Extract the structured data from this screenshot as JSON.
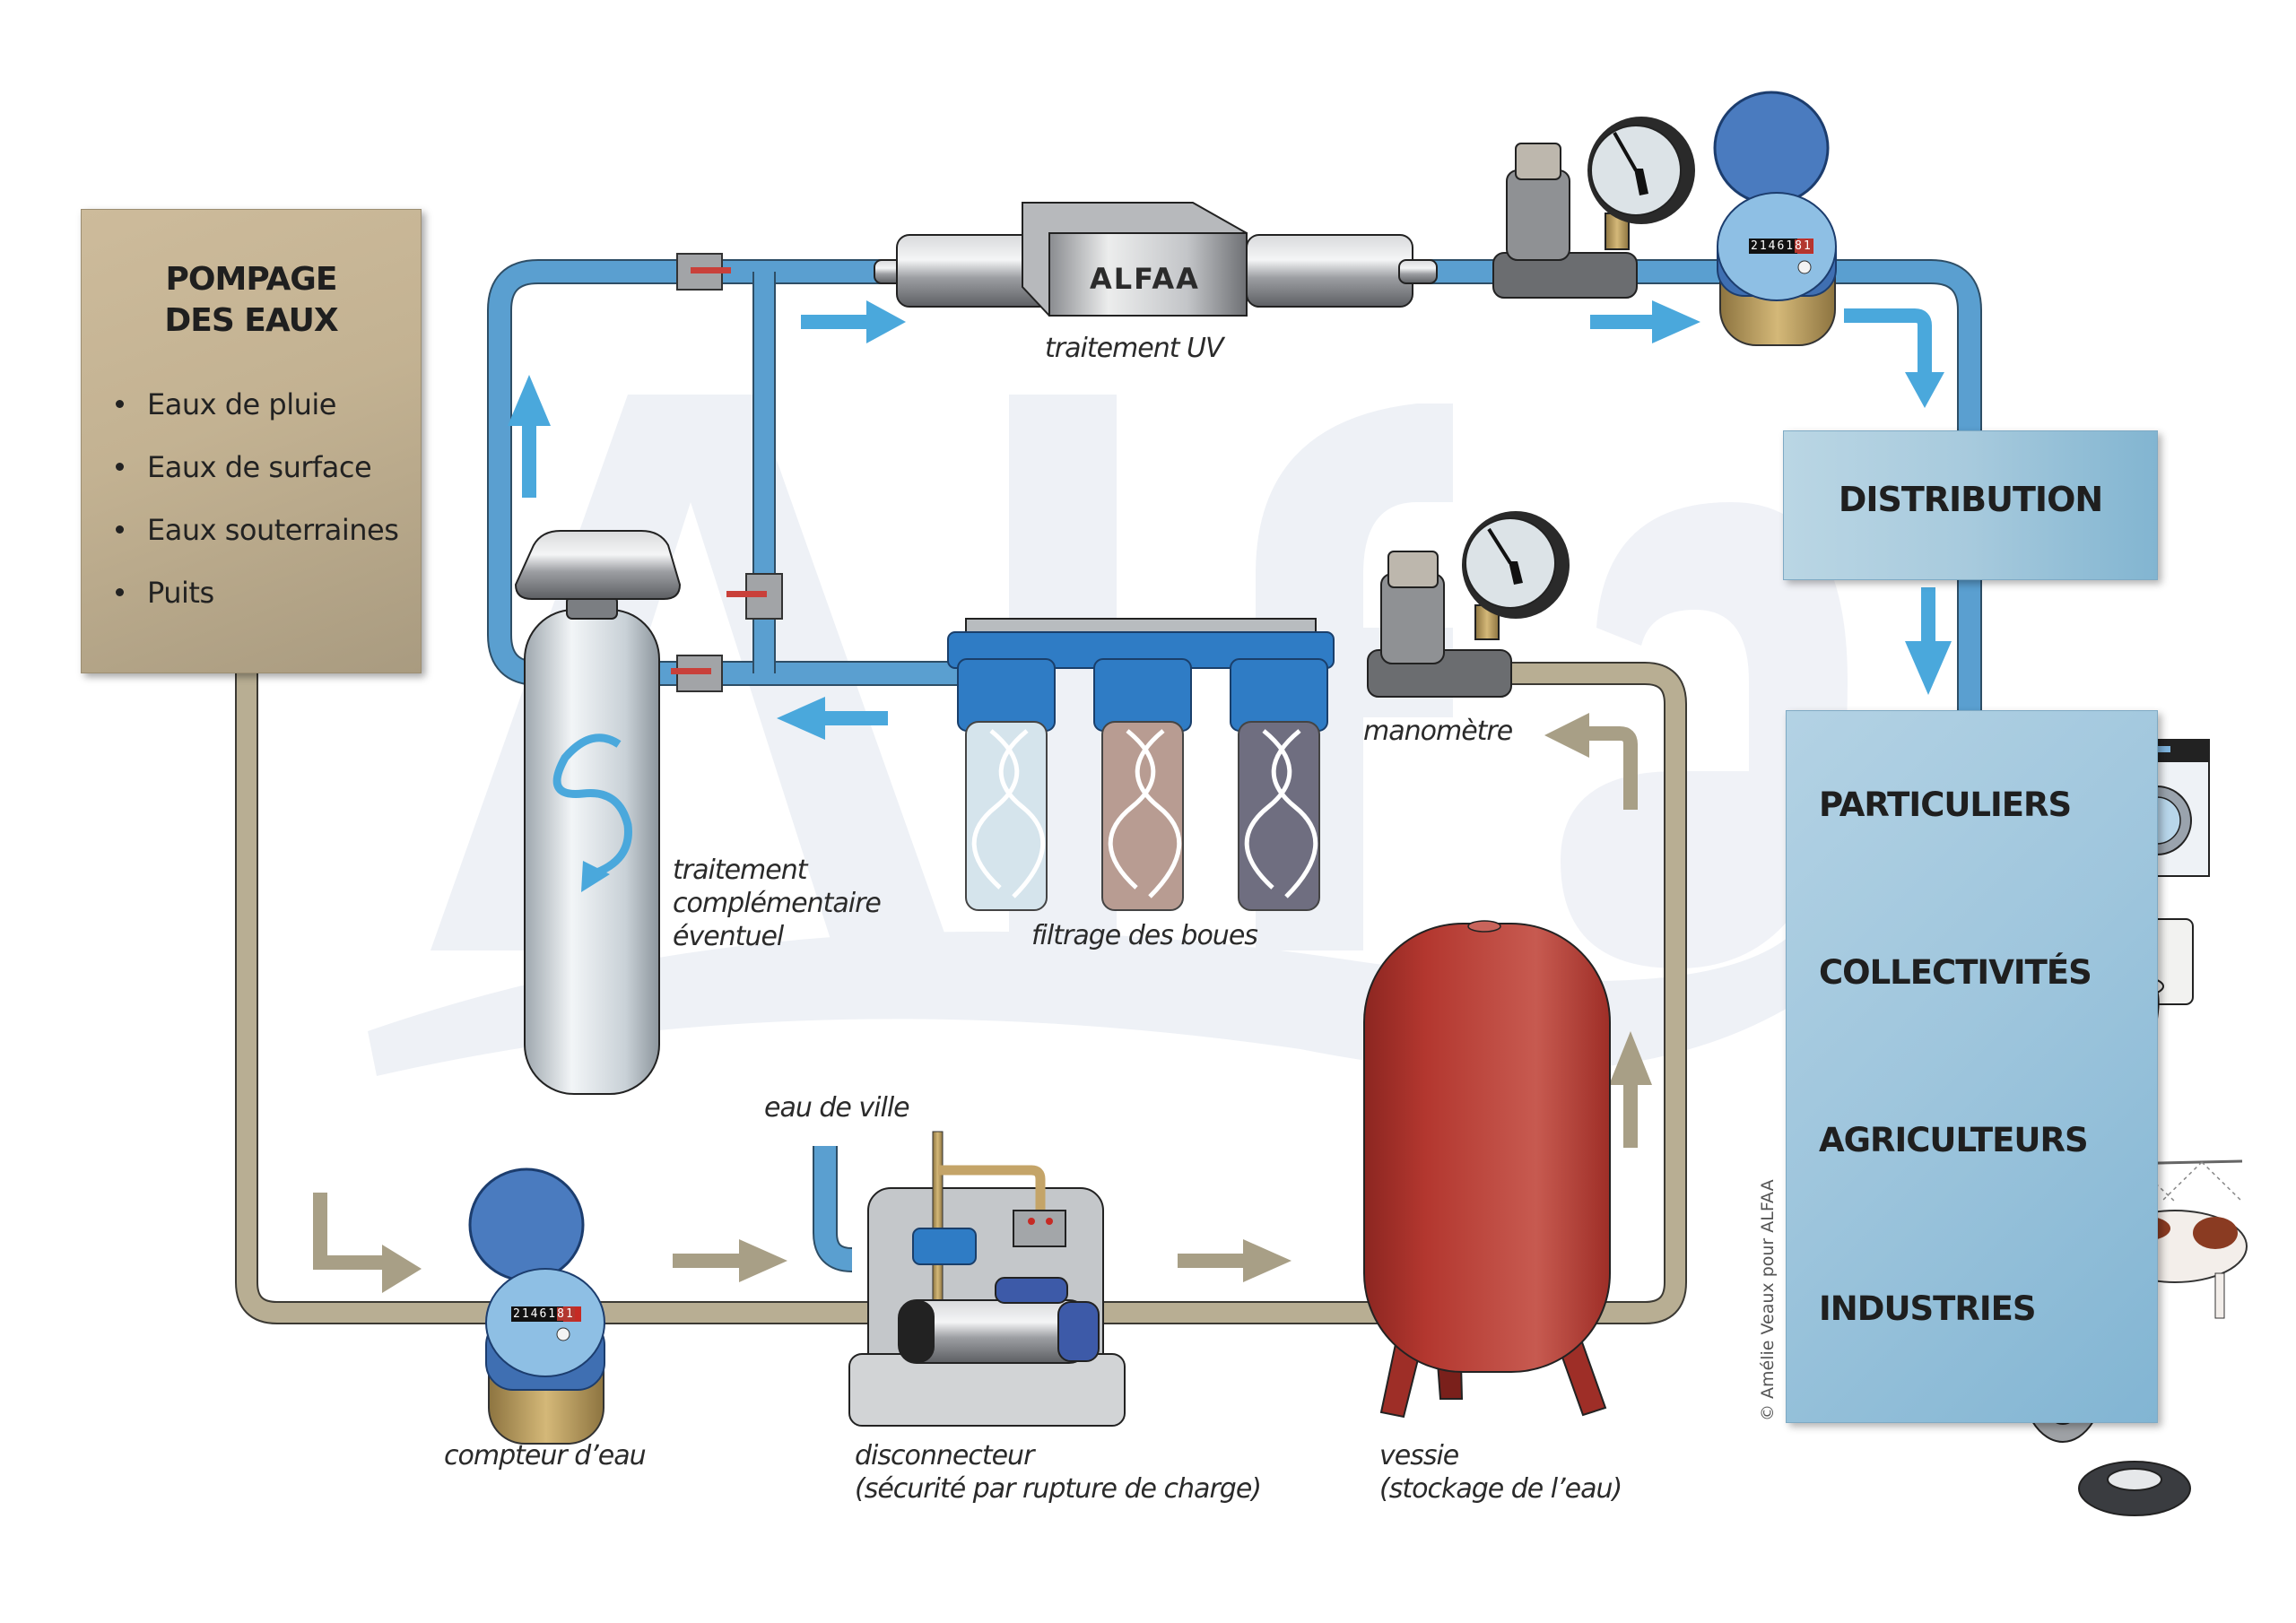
{
  "title": "Pompage et traitement des eaux",
  "source_box": {
    "title_line1": "POMPAGE",
    "title_line2": "DES EAUX",
    "items": [
      "Eaux de pluie",
      "Eaux de surface",
      "Eaux souterraines",
      "Puits"
    ]
  },
  "components": {
    "uv": {
      "label": "traitement UV",
      "brand": "ALFAA"
    },
    "softener": {
      "label_line1": "traitement",
      "label_line2": "complémentaire",
      "label_line3": "éventuel"
    },
    "filters": {
      "label": "filtrage des boues",
      "cartridges": [
        "clear",
        "brown",
        "dark"
      ]
    },
    "pressure_gauge": {
      "label": "manomètre"
    },
    "city_water": {
      "label": "eau de ville"
    },
    "water_meter": {
      "label": "compteur d’eau",
      "reading_black": "21461",
      "reading_red": "81"
    },
    "disconnector": {
      "label_line1": "disconnecteur",
      "label_line2": "(sécurité par rupture de charge)"
    },
    "vessel": {
      "label_line1": "vessie",
      "label_line2": "(stockage de l’eau)"
    }
  },
  "distribution": {
    "title": "DISTRIBUTION"
  },
  "users": [
    {
      "label": "PARTICULIERS",
      "icon": "washing-machine"
    },
    {
      "label": "COLLECTIVITÉS",
      "icon": "toilet"
    },
    {
      "label": "AGRICULTEURS",
      "icon": "cow-sprinkler"
    },
    {
      "label": "INDUSTRIES",
      "icon": "bearing"
    }
  ],
  "watermark": "Alfaa",
  "credit": "© Amélie Veaux pour ALFAA",
  "colors": {
    "treated_water": "#5a9fd0",
    "flow_arrow_blue": "#4aa8dc",
    "raw_water": "#b8ae93",
    "flow_arrow_tan": "#a89f86",
    "source_box": "#c3b292",
    "distribution_box": "#a7cadd",
    "vessel_red": "#b3372f"
  }
}
